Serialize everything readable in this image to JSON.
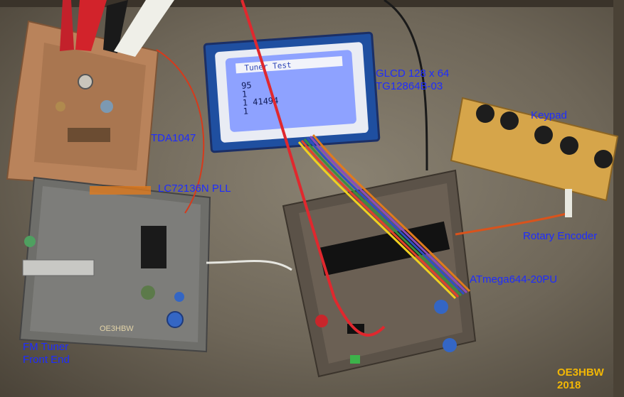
{
  "labels": {
    "tda": "TDA1047",
    "pll": "LC72136N PLL",
    "glcd_line1": "GLCD 128 x 64",
    "glcd_line2": "TG12864B-03",
    "keypad": "Keypad",
    "rotary": "Rotary Encoder",
    "mcu": "ATmega644-20PU",
    "tuner_line1": "FM Tuner",
    "tuner_line2": "Front End"
  },
  "lcd": {
    "title": "Tuner Test",
    "line1": "95",
    "line2": "1",
    "line3": "1 41494",
    "line4": "1"
  },
  "silkscreen": {
    "board_mark": "OE3HBW"
  },
  "credit": {
    "author": "OE3HBW",
    "year": "2018"
  },
  "colors": {
    "label_blue": "#1d2cff",
    "credit_yellow": "#f2b705",
    "lcd_backlight": "#8ea2ff",
    "lcd_frame": "#e9ecf4"
  }
}
